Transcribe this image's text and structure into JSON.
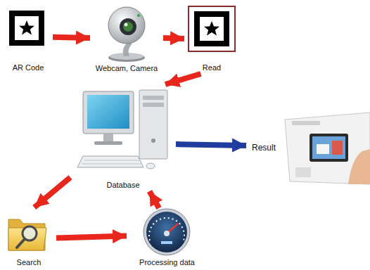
{
  "diagram": {
    "nodes": [
      {
        "text": [
          "AR Code"
        ]
      },
      {
        "text": [
          "Webcam, Camera"
        ]
      },
      {
        "text": [
          "Read"
        ]
      },
      {
        "text": [
          "Database"
        ]
      },
      {
        "text": [
          "Result"
        ]
      },
      {
        "text": [
          "Search"
        ]
      },
      {
        "text": [
          "Processing data"
        ]
      }
    ],
    "edges": [
      {
        "from": 0,
        "to": 1,
        "arrow": "to"
      },
      {
        "from": 1,
        "to": 2,
        "arrow": "to"
      },
      {
        "from": 2,
        "to": 3,
        "arrow": "to"
      },
      {
        "from": 3,
        "to": 4,
        "arrow": "to"
      },
      {
        "from": 3,
        "to": 5,
        "arrow": "to"
      },
      {
        "from": 5,
        "to": 6,
        "arrow": "to"
      },
      {
        "from": 6,
        "to": 3,
        "arrow": "to"
      }
    ]
  }
}
